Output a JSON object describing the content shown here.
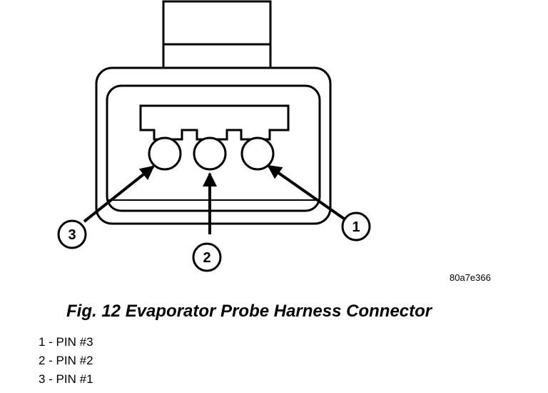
{
  "diagram": {
    "callouts": {
      "c1": "1",
      "c2": "2",
      "c3": "3"
    },
    "figure_id": "80a7e366"
  },
  "caption": "Fig. 12 Evaporator Probe Harness Connector",
  "legend": [
    {
      "text": "1 - PIN #3"
    },
    {
      "text": "2 - PIN #2"
    },
    {
      "text": "3 - PIN #1"
    }
  ]
}
